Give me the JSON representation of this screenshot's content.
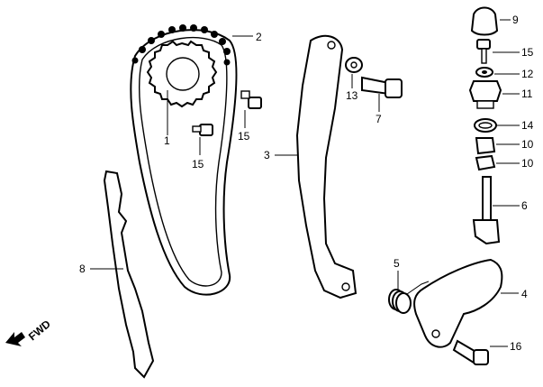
{
  "diagram": {
    "callouts": {
      "c1": "1",
      "c2": "2",
      "c3": "3",
      "c4": "4",
      "c5": "5",
      "c6": "6",
      "c7": "7",
      "c8": "8",
      "c9": "9",
      "c10a": "10",
      "c10b": "10",
      "c11": "11",
      "c12": "12",
      "c13": "13",
      "c14": "14",
      "c15a": "15",
      "c15b": "15",
      "c15c": "15",
      "c16": "16"
    },
    "direction_label": "FWD"
  }
}
